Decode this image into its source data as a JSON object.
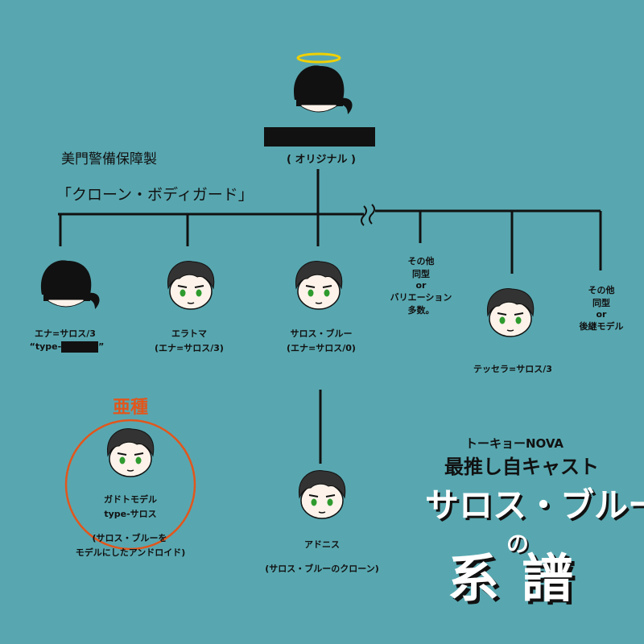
{
  "colors": {
    "background": "#58a7b0",
    "line": "#111111",
    "halo": "#f0d000",
    "accent": "#e2561c",
    "eyes": "#2e9b2e",
    "skin": "#fdf3ea",
    "hair": "#333333",
    "white": "#ffffff"
  },
  "root": {
    "label": "( オリジナル )",
    "redacted": true
  },
  "group_label": {
    "line1": "美門警備保障製",
    "line2": "「クローン・ボディガード」"
  },
  "children": [
    {
      "id": "ena",
      "name": "エナ=サロス/3",
      "sub_prefix": "“type-",
      "sub_suffix": "”",
      "has_redaction": true
    },
    {
      "id": "eratoma",
      "name": "エラトマ",
      "sub": "(エナ=サロス/3)"
    },
    {
      "id": "saros-blue",
      "name": "サロス・ブルー",
      "sub": "(エナ=サロス/0)"
    },
    {
      "id": "other1",
      "lines": [
        "その他",
        "同型",
        "or",
        "バリエーション",
        "多数。"
      ]
    },
    {
      "id": "tessera",
      "name": "テッセラ=サロス/3"
    },
    {
      "id": "other2",
      "lines": [
        "その他",
        "同型",
        "or",
        "後継モデル"
      ]
    }
  ],
  "subspecies": {
    "tag": "亜種",
    "name": "ガドトモデル",
    "type": "type-サロス",
    "note_line1": "(サロス・ブルーを",
    "note_line2": "モデルにしたアンドロイド)"
  },
  "adonis": {
    "name": "アドニス",
    "sub": "(サロス・ブルーのクローン)"
  },
  "title": {
    "small": "トーキョーNOVA",
    "line1": "最推し自キャスト",
    "big": "サロス・ブルー",
    "no": "の",
    "keifu": "系譜"
  }
}
